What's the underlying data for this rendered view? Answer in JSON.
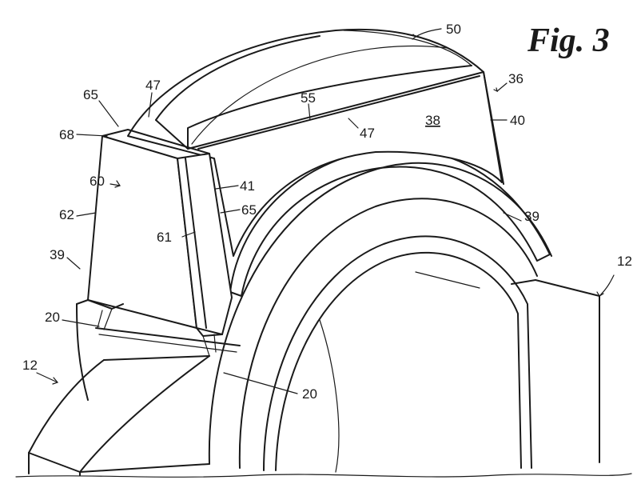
{
  "figure": {
    "title": "Fig. 3",
    "labels": {
      "l50": "50",
      "l36": "36",
      "l47a": "47",
      "l47b": "47",
      "l55": "55",
      "l65a": "65",
      "l65b": "65",
      "l38": "38",
      "l40": "40",
      "l68": "68",
      "l41": "41",
      "l60": "60",
      "l62": "62",
      "l61": "61",
      "l39a": "39",
      "l39b": "39",
      "l12a": "12",
      "l12b": "12",
      "l20a": "20",
      "l20b": "20"
    }
  }
}
